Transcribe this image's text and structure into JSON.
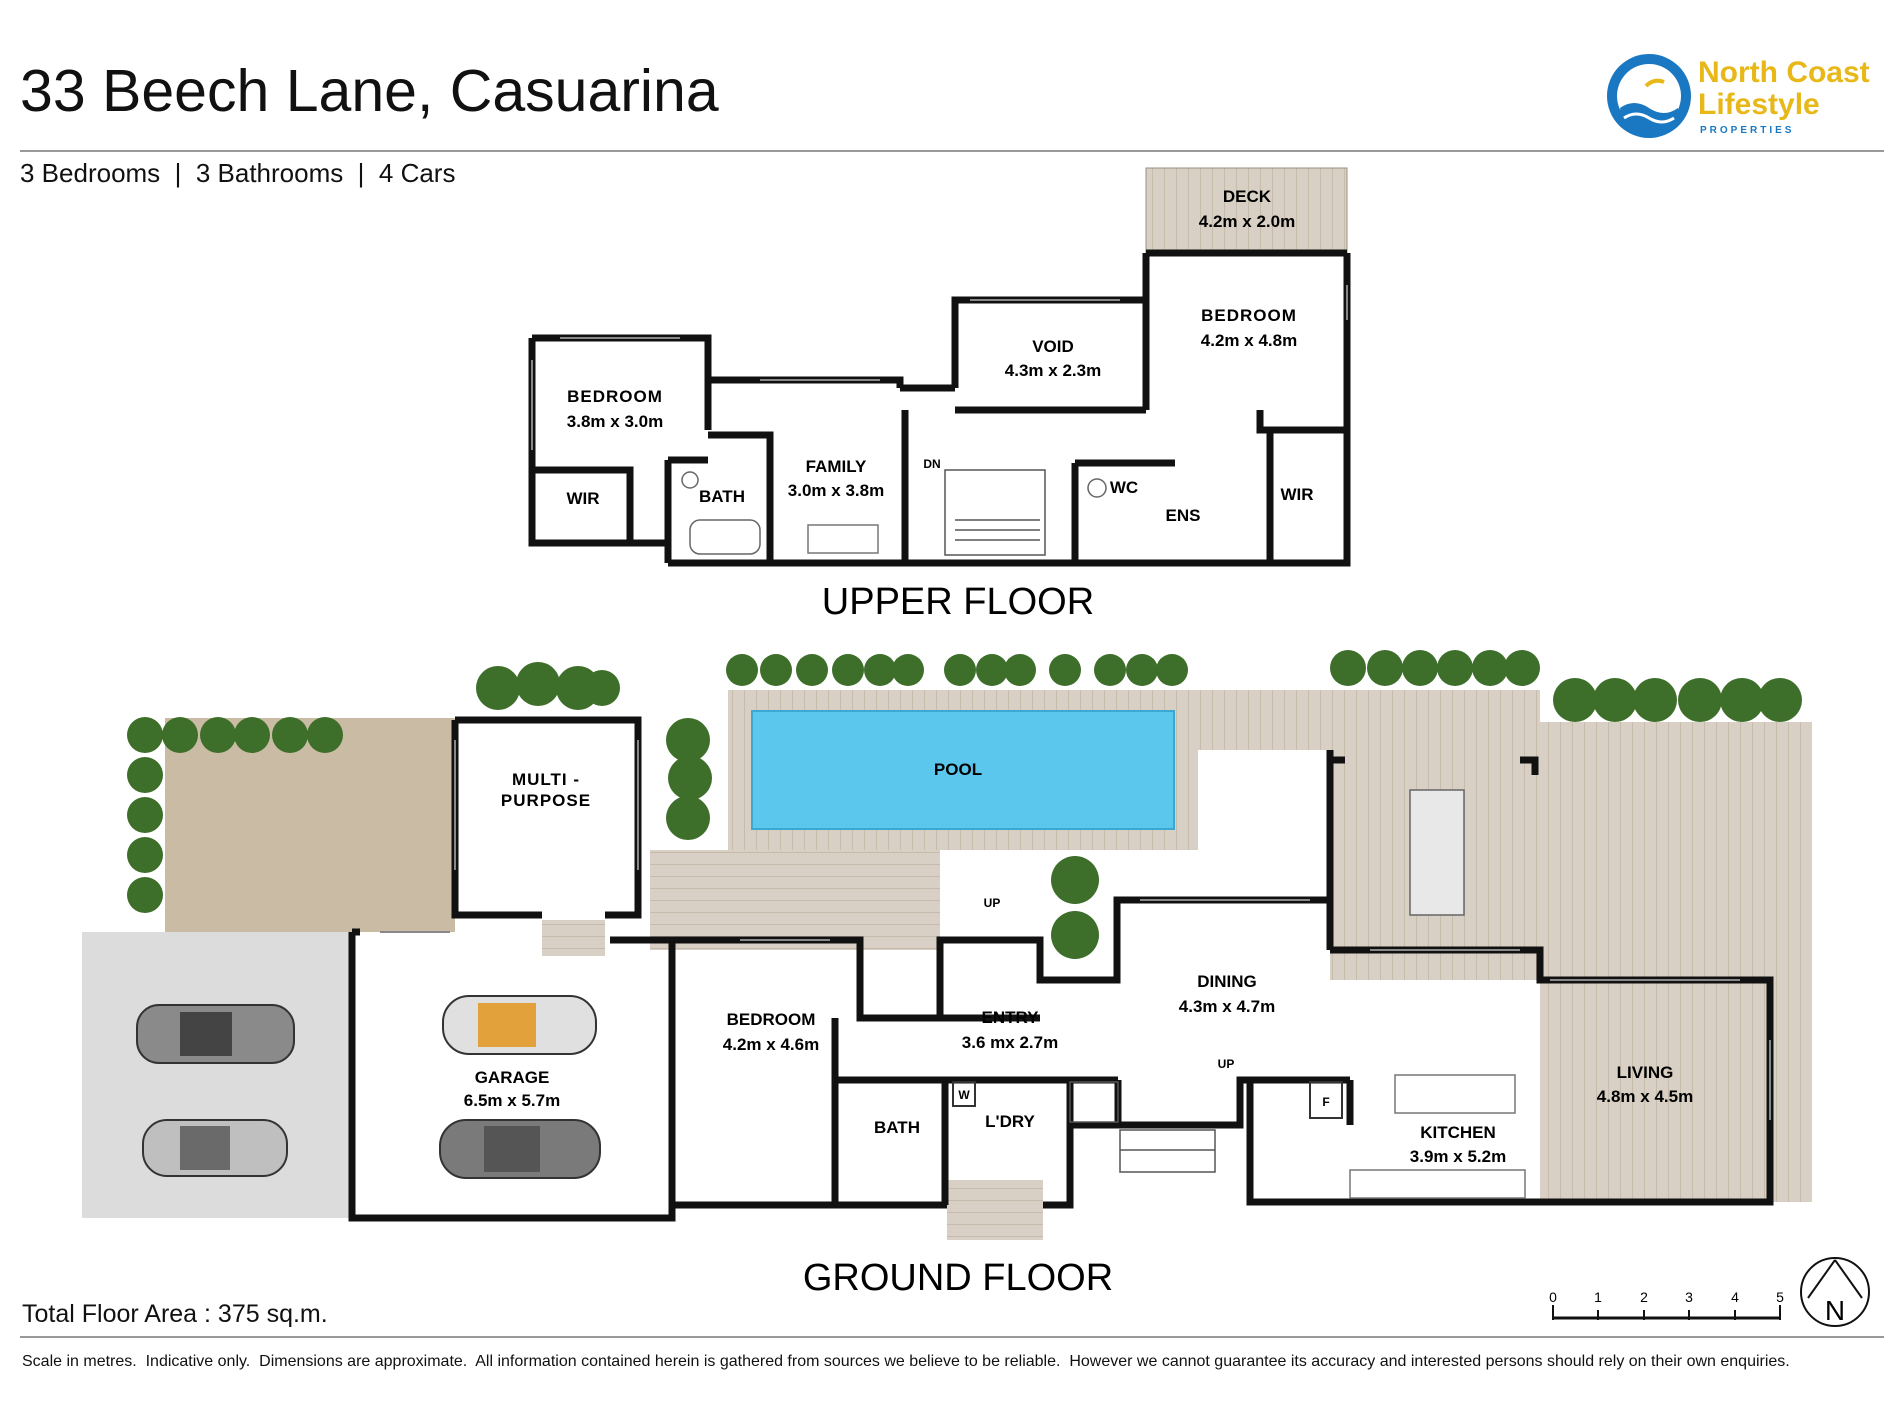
{
  "header": {
    "title": "33 Beech Lane, Casuarina",
    "summary": "3 Bedrooms  |  3 Bathrooms  |  4 Cars"
  },
  "logo": {
    "line1": "North Coast",
    "line2": "Lifestyle",
    "line3": "PROPERTIES",
    "colors": {
      "gold": "#e8b818",
      "blue": "#1a78c2"
    }
  },
  "floors": {
    "upper": "UPPER FLOOR",
    "ground": "GROUND FLOOR"
  },
  "rooms": {
    "upper_deck": {
      "name": "DECK",
      "dims": "4.2m x 2.0m"
    },
    "upper_bedroom_right": {
      "name": "BEDROOM",
      "dims": "4.2m x 4.8m"
    },
    "upper_void": {
      "name": "VOID",
      "dims": "4.3m x 2.3m"
    },
    "upper_bedroom_left": {
      "name": "BEDROOM",
      "dims": "3.8m x 3.0m"
    },
    "upper_family": {
      "name": "FAMILY",
      "dims": "3.0m x 3.8m"
    },
    "upper_bath": {
      "name": "BATH"
    },
    "upper_wir_left": {
      "name": "WIR"
    },
    "upper_wir_right": {
      "name": "WIR"
    },
    "upper_wc": {
      "name": "WC"
    },
    "upper_ens": {
      "name": "ENS"
    },
    "upper_dn": "DN",
    "pool": {
      "name": "POOL"
    },
    "multi": {
      "line1": "MULTI -",
      "line2": "PURPOSE"
    },
    "garage": {
      "name": "GARAGE",
      "dims": "6.5m x 5.7m"
    },
    "ground_bedroom": {
      "name": "BEDROOM",
      "dims": "4.2m x 4.6m"
    },
    "entry": {
      "name": "ENTRY",
      "dims": "3.6 mx 2.7m"
    },
    "ground_bath": {
      "name": "BATH"
    },
    "laundry": {
      "name": "L'DRY"
    },
    "dining": {
      "name": "DINING",
      "dims": "4.3m x 4.7m"
    },
    "kitchen": {
      "name": "KITCHEN",
      "dims": "3.9m x 5.2m"
    },
    "living": {
      "name": "LIVING",
      "dims": "4.8m x 4.5m"
    },
    "up_1": "UP",
    "up_2": "UP",
    "fridge": "F",
    "washer": "W"
  },
  "footer": {
    "total": "Total Floor Area : 375 sq.m.",
    "disclaimer": "Scale in metres.  Indicative only.  Dimensions are approximate.  All information contained herein is gathered from sources we believe to be reliable.  However we cannot guarantee its accuracy and interested persons should rely on their own enquiries."
  },
  "scale": {
    "ticks": [
      "0",
      "1",
      "2",
      "3",
      "4",
      "5"
    ],
    "north": "N"
  },
  "colors": {
    "wall": "#111111",
    "deck": "#d4ccc0",
    "courtyard": "#c8b9a0",
    "driveway": "#dcdcdc",
    "pool": "#5cc7ec",
    "tree": "#3d6e2a"
  }
}
